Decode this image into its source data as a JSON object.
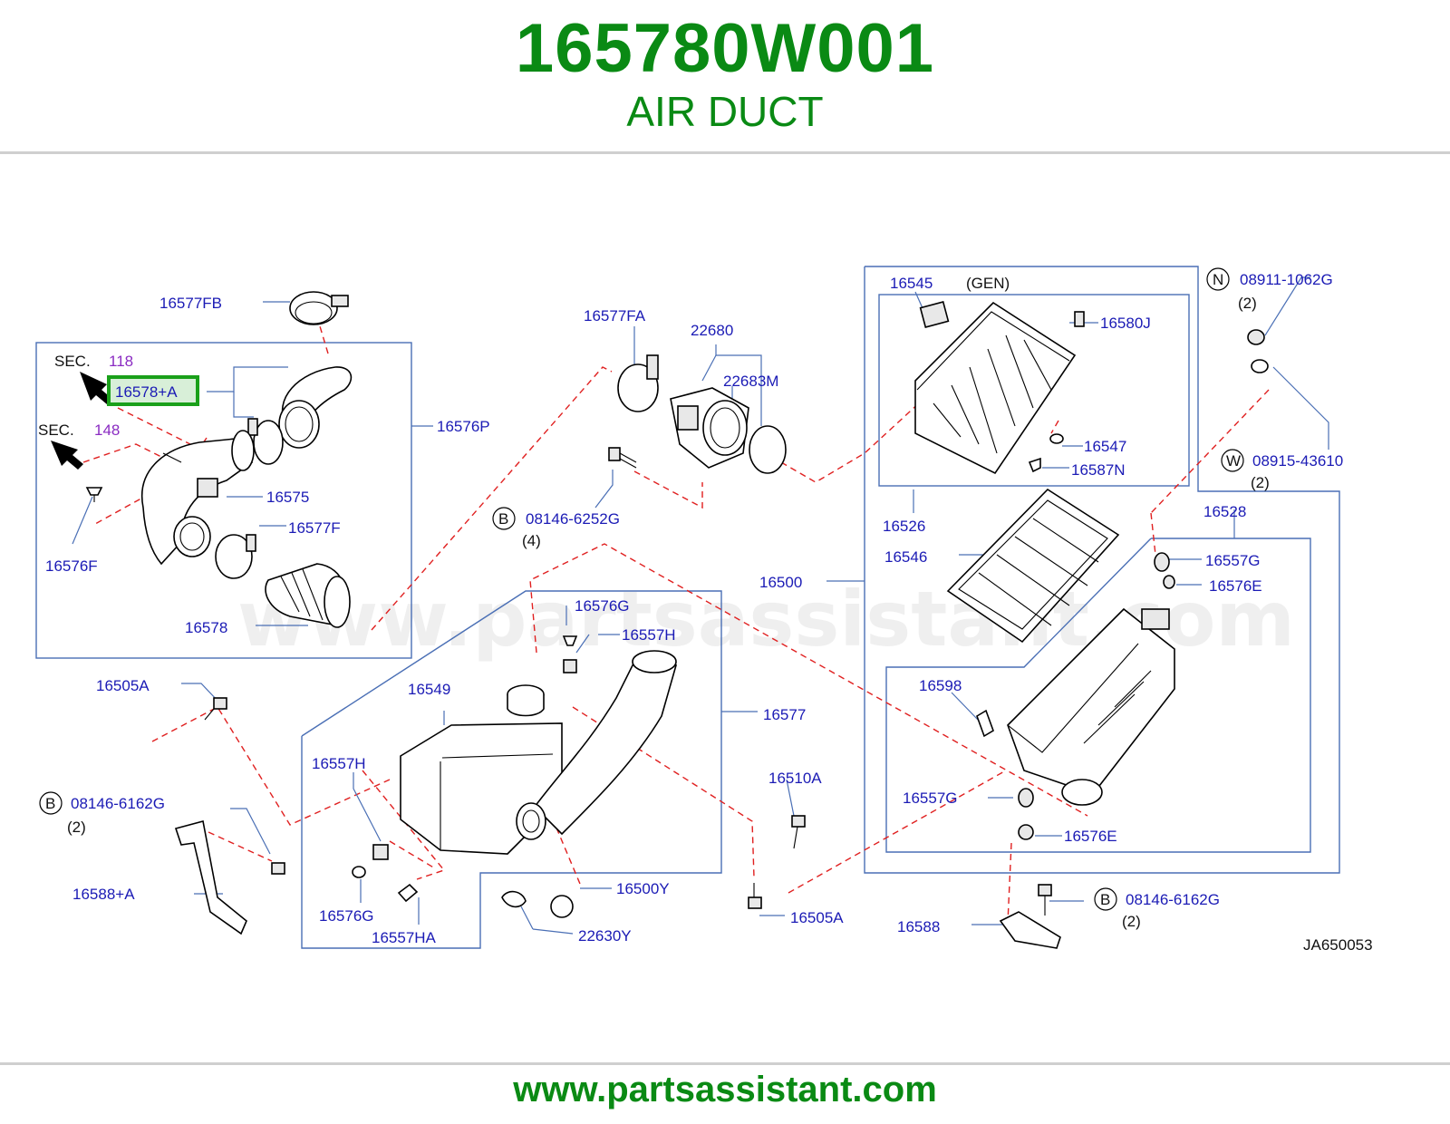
{
  "header": {
    "part_number": "165780W001",
    "part_name": "AIR DUCT"
  },
  "footer": {
    "url": "www.partsassistant.com"
  },
  "watermark": "www.partsassistant.com",
  "diagram_code": "JA650053",
  "highlight_color": "#1aa01a",
  "sections": [
    {
      "prefix": "SEC.",
      "number": "118"
    },
    {
      "prefix": "SEC.",
      "number": "148"
    }
  ],
  "callouts": {
    "p16577FB": "16577FB",
    "p16578A": "16578+A",
    "p16576P": "16576P",
    "p16575": "16575",
    "p16577F": "16577F",
    "p16576F": "16576F",
    "p16578": "16578",
    "p16577FA": "16577FA",
    "p22680": "22680",
    "p22683M": "22683M",
    "p08146_6252G": "08146-6252G",
    "qty_4": "(4)",
    "p16545": "16545",
    "gen": "(GEN)",
    "p16580J": "16580J",
    "p16547": "16547",
    "p16587N": "16587N",
    "p16526": "16526",
    "p16546": "16546",
    "p16500": "16500",
    "p16528": "16528",
    "p16557G_top": "16557G",
    "p16576E_top": "16576E",
    "p16598": "16598",
    "p16557G_bot": "16557G",
    "p16576E_bot": "16576E",
    "p08911": "08911-1062G",
    "qty_n": "(2)",
    "p08915": "08915-43610",
    "qty_w": "(2)",
    "p16576G_top": "16576G",
    "p16557H_top": "16557H",
    "p16549": "16549",
    "p16577": "16577",
    "p16557H_left": "16557H",
    "p16576G_bot": "16576G",
    "p16557HA": "16557HA",
    "p16500Y": "16500Y",
    "p22630Y": "22630Y",
    "p16505A_top": "16505A",
    "p16505A_bot": "16505A",
    "p16510A": "16510A",
    "p08146_6162G_left": "08146-6162G",
    "qty_bl": "(2)",
    "p16588A": "16588+A",
    "p16588": "16588",
    "p08146_6162G_right": "08146-6162G",
    "qty_br": "(2)"
  },
  "markers": {
    "b": "B",
    "n": "N",
    "w": "W"
  }
}
